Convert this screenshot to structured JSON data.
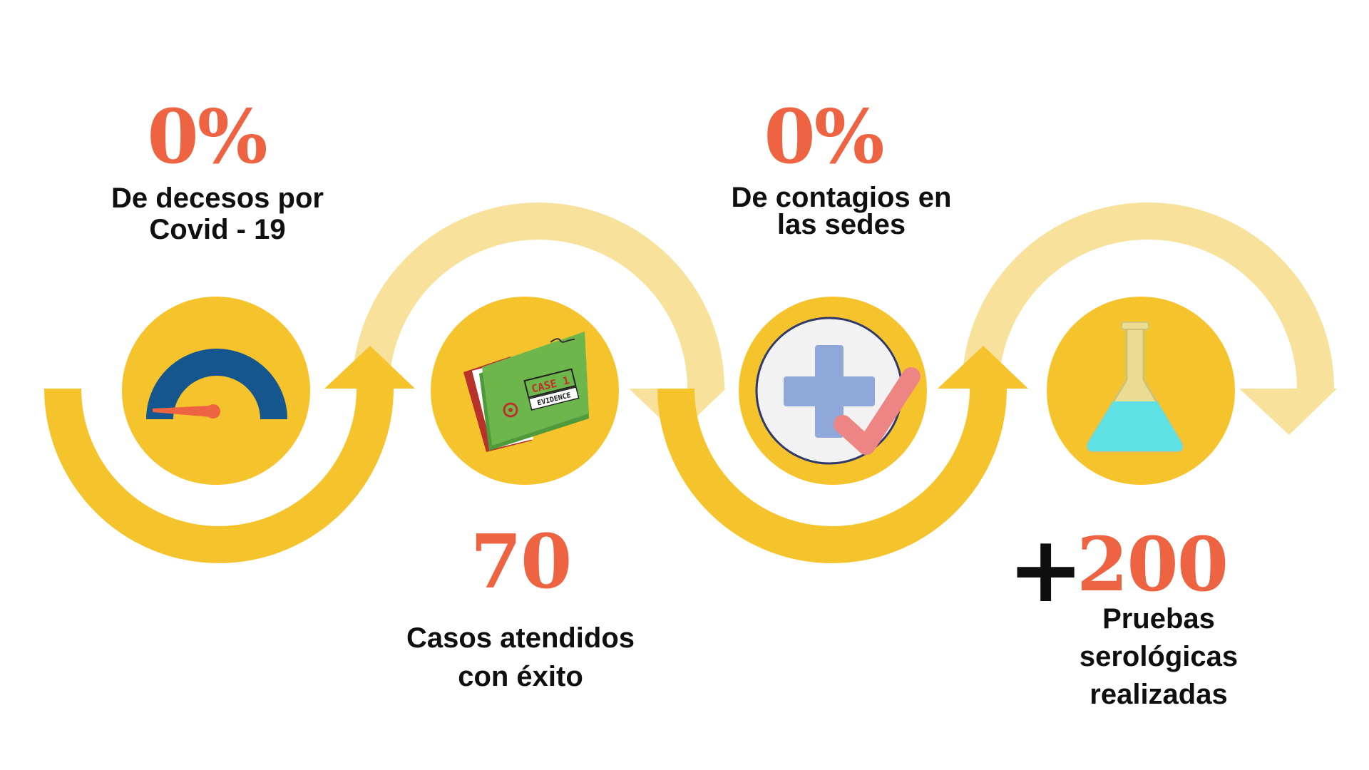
{
  "colors": {
    "accent": "#ee6443",
    "circle": "#f5c42c",
    "arc_light": "#f8e19a",
    "text": "#0f0f0f"
  },
  "stats": [
    {
      "number": "0%",
      "description": "De decesos por\nCovid - 19",
      "icon": "gauge-icon"
    },
    {
      "number": "70",
      "description": "Casos atendidos\ncon éxito",
      "icon": "case-folder-icon"
    },
    {
      "number": "0%",
      "description": "De contagios en\nlas sedes",
      "icon": "medical-cross-check-icon"
    },
    {
      "prefix": "+",
      "number": "200",
      "description": "Pruebas\nserológicas\nrealizadas",
      "icon": "flask-icon"
    }
  ],
  "folder": {
    "tag": "CASE 1",
    "sub": "EVIDENCE"
  }
}
